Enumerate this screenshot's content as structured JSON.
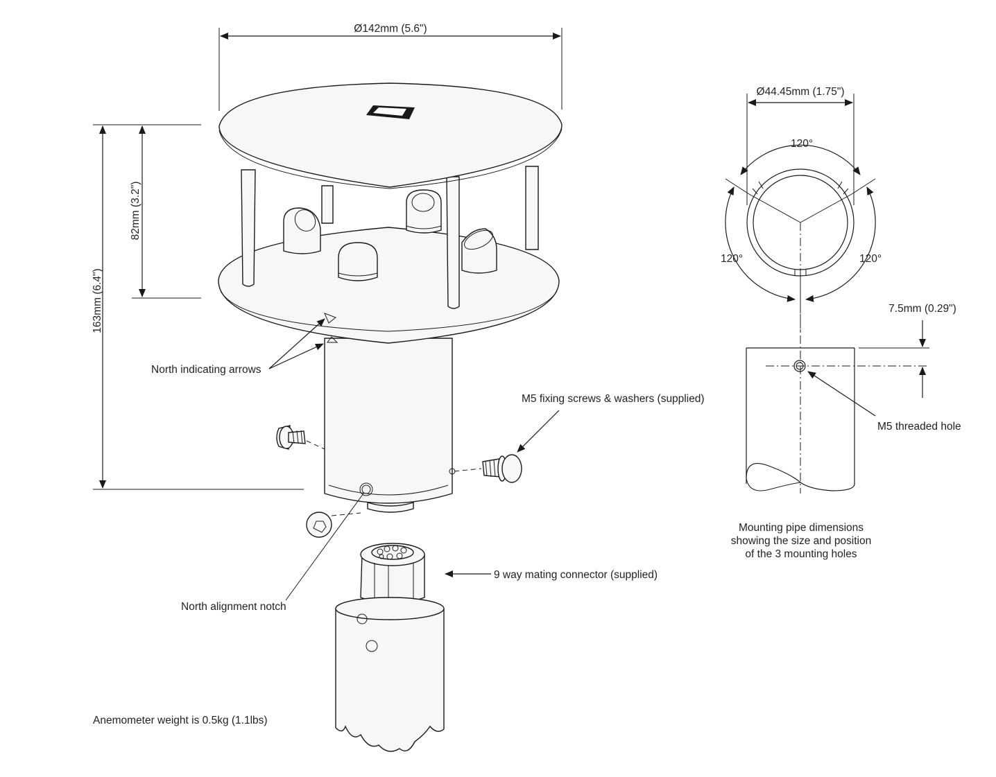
{
  "dimensions": {
    "diameter_top": "Ø142mm (5.6\")",
    "height_total": "163mm (6.4\")",
    "height_head": "82mm (3.2\")",
    "pipe_diameter": "Ø44.45mm (1.75\")",
    "angle_top": "120°",
    "angle_left": "120°",
    "angle_right": "120°",
    "hole_offset": "7.5mm (0.29\")"
  },
  "callouts": {
    "north_arrows": "North indicating arrows",
    "fixing_screws": "M5 fixing screws & washers (supplied)",
    "threaded_hole": "M5 threaded hole",
    "connector": "9 way mating connector (supplied)",
    "alignment_notch": "North alignment notch",
    "weight": "Anemometer weight is 0.5kg (1.1lbs)"
  },
  "pipe_caption": {
    "line1": "Mounting pipe dimensions",
    "line2": "showing the size and position",
    "line3": "of the 3 mounting holes"
  },
  "colors": {
    "line": "#1a1a1a",
    "text": "#222222",
    "fill": "#f7f7f7"
  }
}
